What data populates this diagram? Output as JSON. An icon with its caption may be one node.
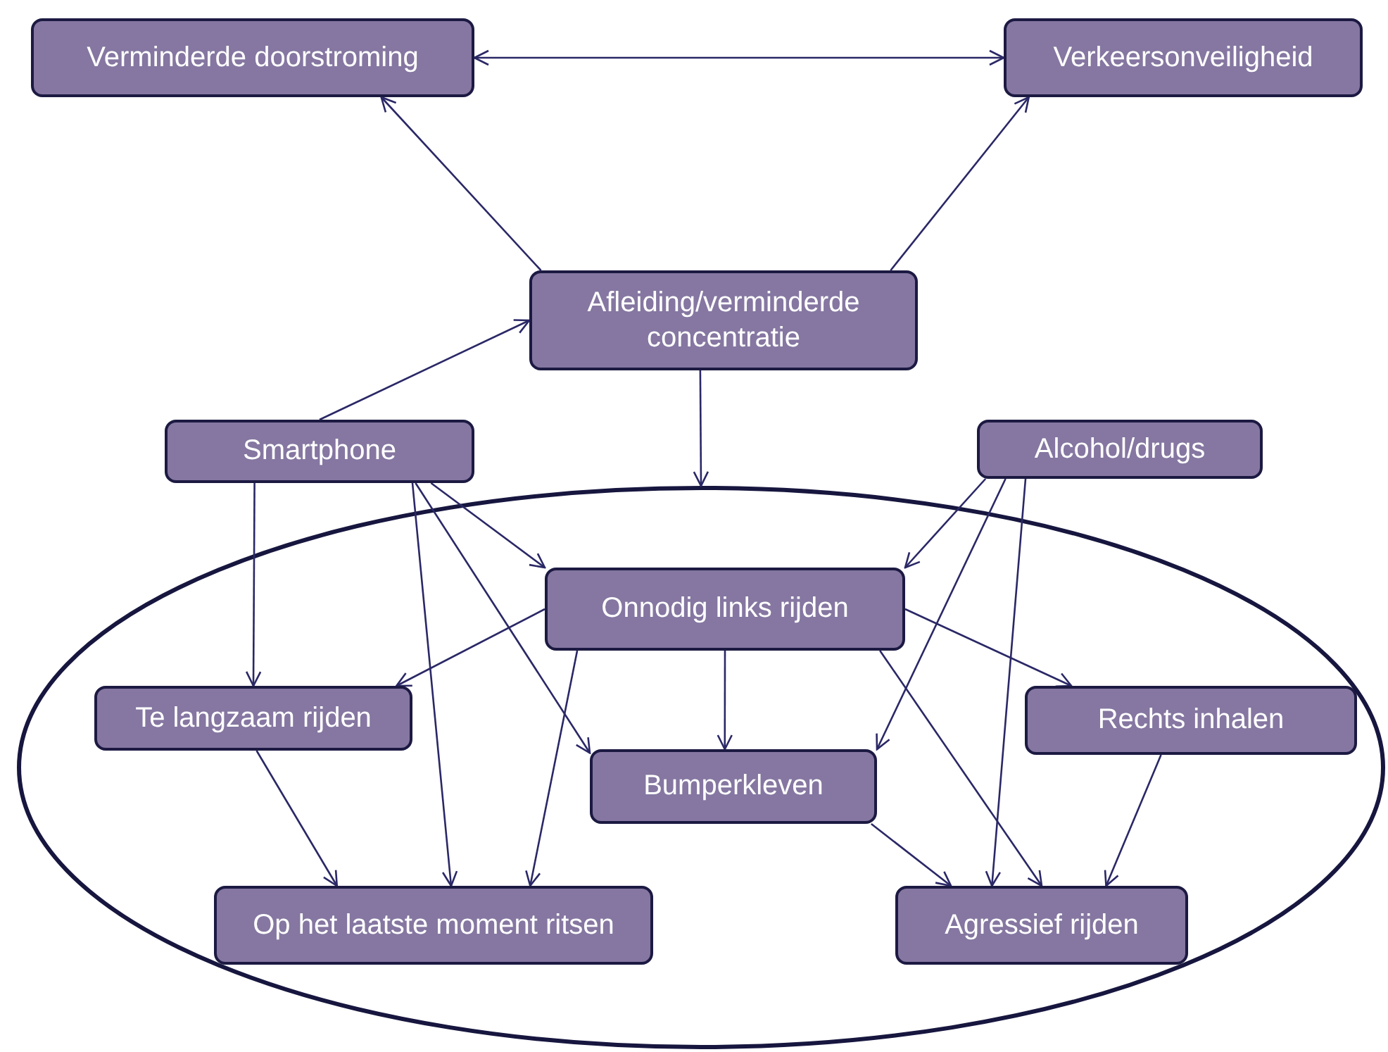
{
  "diagram": {
    "nodes": [
      {
        "text": [
          "Verminderde doorstroming"
        ]
      },
      {
        "text": [
          "Verkeersonveiligheid"
        ]
      },
      {
        "text": [
          "Afleiding/verminderde concentratie"
        ]
      },
      {
        "text": [
          "Smartphone"
        ]
      },
      {
        "text": [
          "Alcohol/drugs"
        ]
      },
      {
        "text": [],
        "shape": "ellipse"
      },
      {
        "text": [
          "Onnodig links rijden"
        ],
        "in": 5
      },
      {
        "text": [
          "Te langzaam rijden"
        ],
        "in": 5
      },
      {
        "text": [
          "Rechts inhalen"
        ],
        "in": 5
      },
      {
        "text": [
          "Bumperkleven"
        ],
        "in": 5
      },
      {
        "text": [
          "Op het laatste moment ritsen"
        ],
        "in": 5
      },
      {
        "text": [
          "Agressief rijden"
        ],
        "in": 5
      }
    ],
    "edges": [
      {
        "from": 0,
        "to": 1,
        "arrow": "both"
      },
      {
        "from": 2,
        "to": 0,
        "arrow": "to"
      },
      {
        "from": 2,
        "to": 1,
        "arrow": "to"
      },
      {
        "from": 3,
        "to": 2,
        "arrow": "to"
      },
      {
        "from": 2,
        "to": 5,
        "arrow": "to"
      },
      {
        "from": 3,
        "to": 7,
        "arrow": "to"
      },
      {
        "from": 3,
        "to": 6,
        "arrow": "to"
      },
      {
        "from": 3,
        "to": 9,
        "arrow": "to"
      },
      {
        "from": 3,
        "to": 10,
        "arrow": "to"
      },
      {
        "from": 4,
        "to": 6,
        "arrow": "to"
      },
      {
        "from": 4,
        "to": 9,
        "arrow": "to"
      },
      {
        "from": 4,
        "to": 11,
        "arrow": "to"
      },
      {
        "from": 6,
        "to": 7,
        "arrow": "to"
      },
      {
        "from": 6,
        "to": 9,
        "arrow": "to"
      },
      {
        "from": 6,
        "to": 8,
        "arrow": "to"
      },
      {
        "from": 6,
        "to": 10,
        "arrow": "to"
      },
      {
        "from": 6,
        "to": 11,
        "arrow": "to"
      },
      {
        "from": 7,
        "to": 10,
        "arrow": "to"
      },
      {
        "from": 9,
        "to": 11,
        "arrow": "to"
      },
      {
        "from": 8,
        "to": 11,
        "arrow": "to"
      }
    ]
  }
}
